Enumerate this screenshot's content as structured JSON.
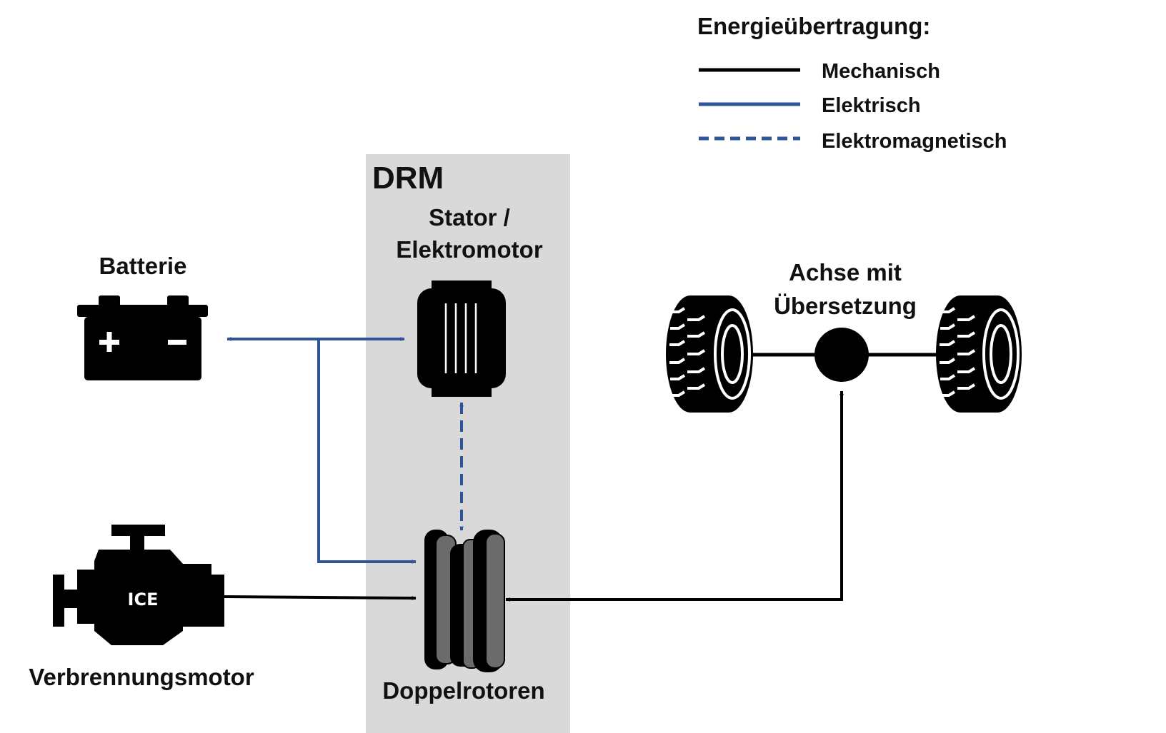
{
  "legend": {
    "title": "Energieübertragung:",
    "items": [
      {
        "label": "Mechanisch",
        "style": "solid",
        "color": "#000000"
      },
      {
        "label": "Elektrisch",
        "style": "solid",
        "color": "#2e5597"
      },
      {
        "label": "Elektromagnetisch",
        "style": "dashed",
        "color": "#2e5597"
      }
    ]
  },
  "drm": {
    "title": "DRM",
    "stator_label_line1": "Stator /",
    "stator_label_line2": "Elektromotor",
    "rotor_label": "Doppelrotoren",
    "box_color": "#d9d9d9"
  },
  "battery": {
    "label": "Batterie",
    "plus_icon": "plus-icon",
    "minus_icon": "minus-icon"
  },
  "engine": {
    "label": "Verbrennungsmotor",
    "badge": "ICE"
  },
  "axle": {
    "label_line1": "Achse mit",
    "label_line2": "Übersetzung"
  },
  "colors": {
    "mechanical": "#000000",
    "electric": "#2e5597",
    "drm_box": "#d9d9d9"
  }
}
